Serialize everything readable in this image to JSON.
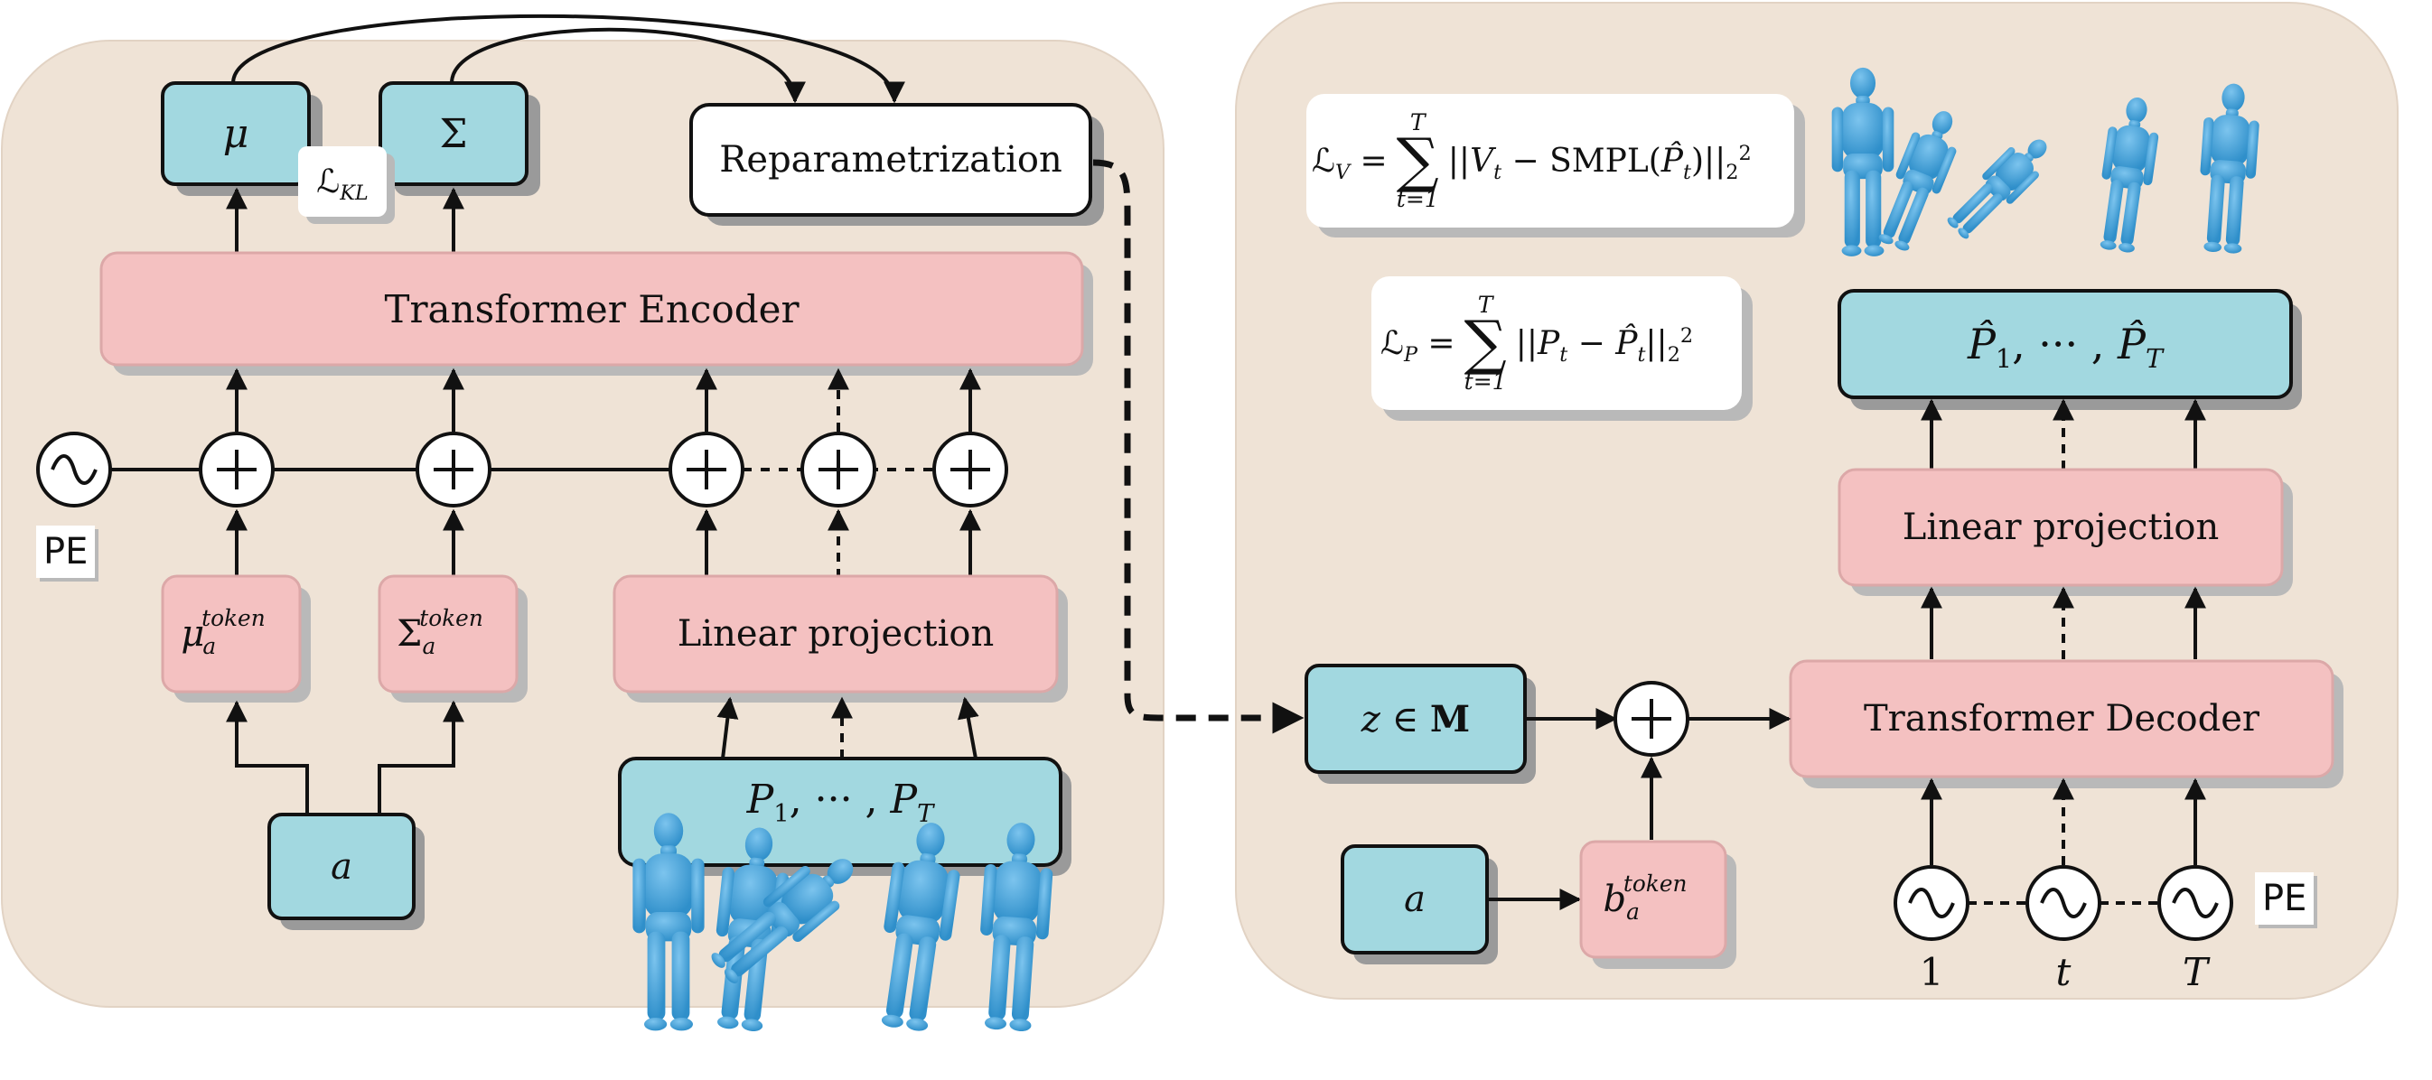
{
  "encoder": {
    "mu": "μ",
    "sigma": "Σ",
    "kl_loss": "ℒKL",
    "reparam": "Reparametrization",
    "transformer": "Transformer Encoder",
    "pe": "PE",
    "mu_token": "μatoken",
    "sigma_token": "Σatoken",
    "linear": "Linear projection",
    "action": "a",
    "poses": "P1, ··· , PT"
  },
  "decoder": {
    "loss_v": "ℒV = Σ t=1..T ||Vt − SMPL(P̂t)||₂²",
    "loss_p": "ℒP = Σ t=1..T ||Pt − P̂t||₂²",
    "output": "P̂1, ··· , P̂T",
    "linear": "Linear projection",
    "transformer": "Transformer Decoder",
    "latent": "z ∈ M",
    "action": "a",
    "b_token": "batoken",
    "pe": "PE",
    "t_labels": [
      "1",
      "t",
      "T"
    ]
  },
  "colors": {
    "panel": "#efe3d6",
    "teal": "#a2d8e0",
    "pink": "#f4c1c1",
    "pink_border": "#d9a0a0",
    "body": "#4aa6d9"
  }
}
